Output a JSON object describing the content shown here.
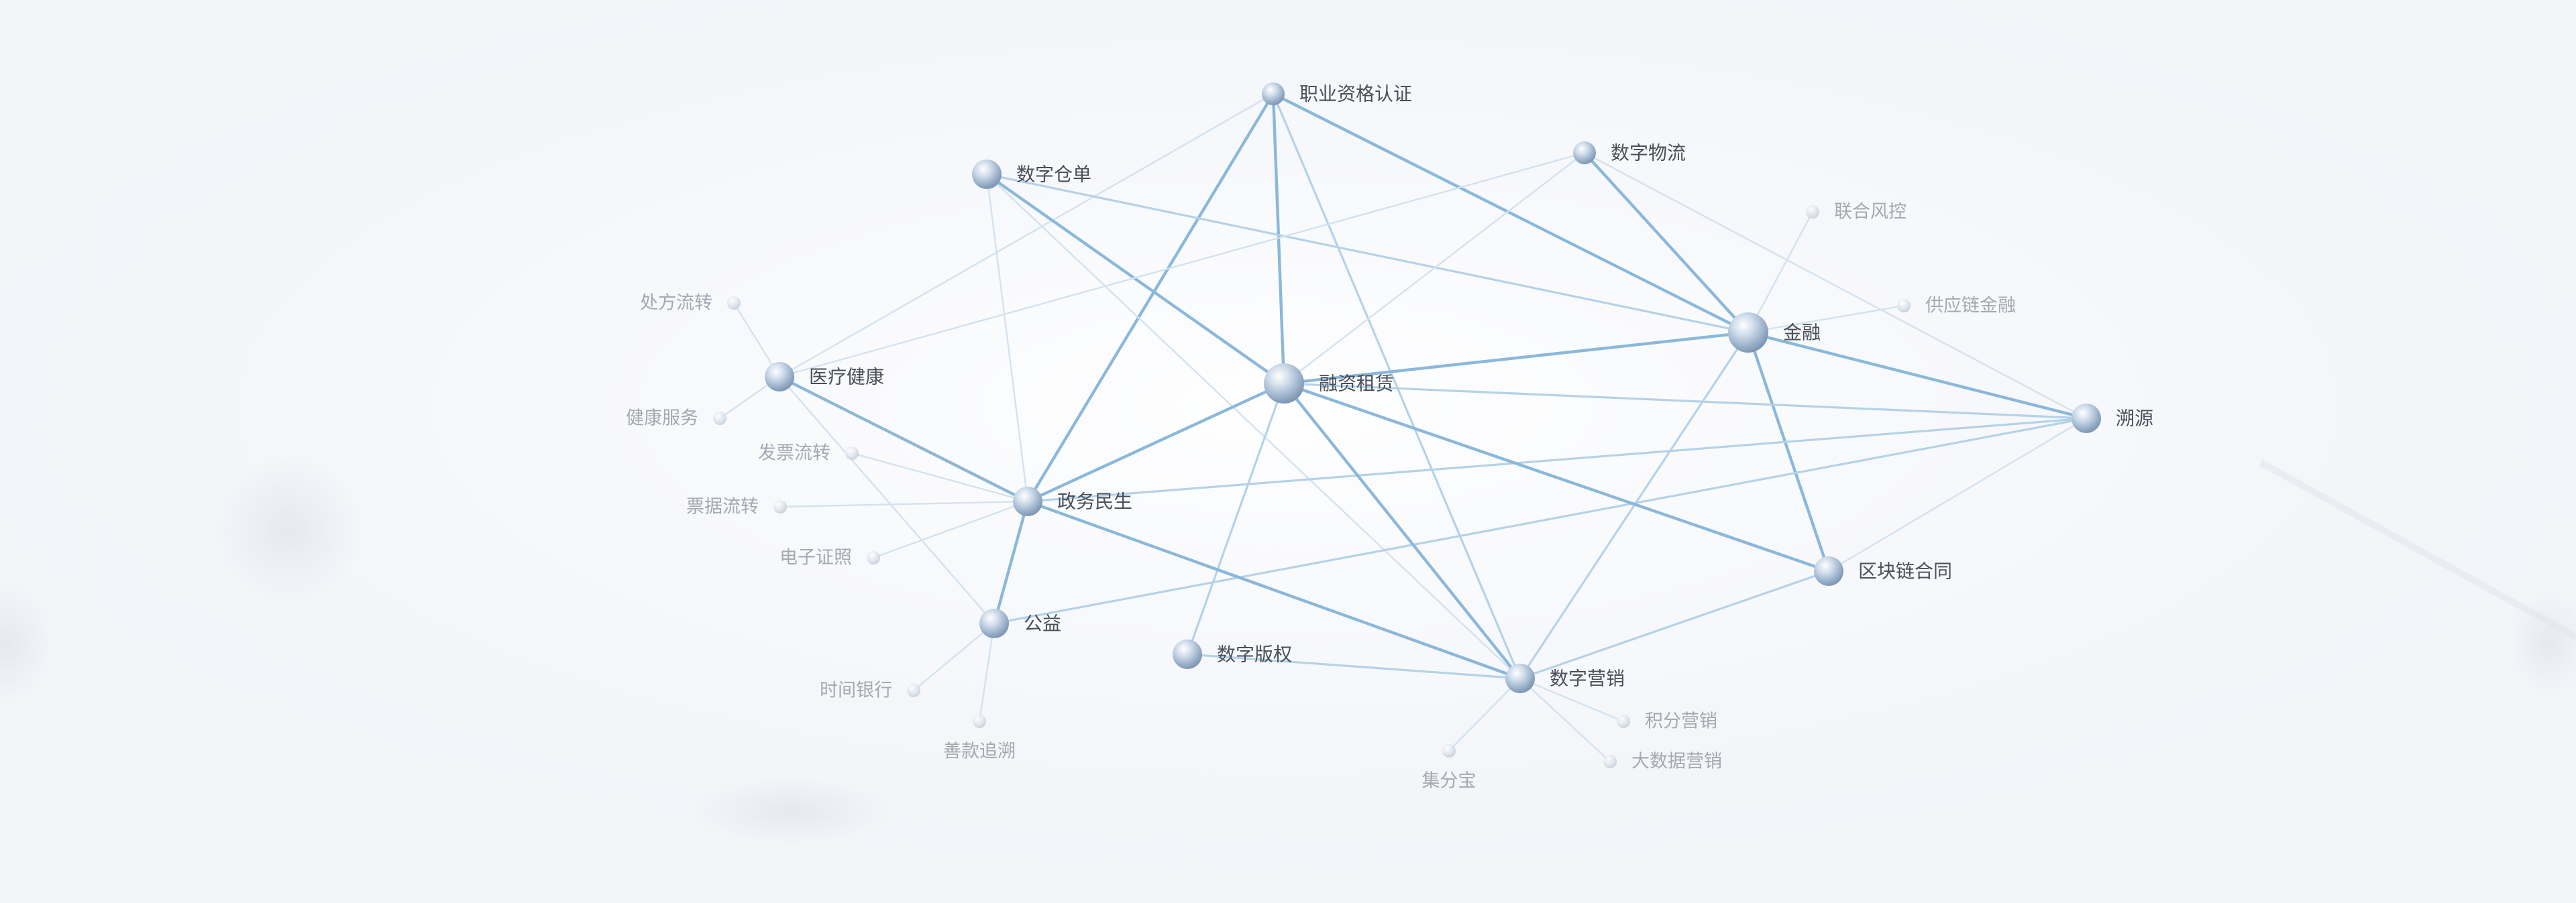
{
  "nodes": [
    {
      "id": "zhiye",
      "label": "职业资格认证",
      "tier": "small"
    },
    {
      "id": "cangdan",
      "label": "数字仓单",
      "tier": "medium"
    },
    {
      "id": "wuliu",
      "label": "数字物流",
      "tier": "small"
    },
    {
      "id": "fengkong",
      "label": "联合风控",
      "tier": "faint"
    },
    {
      "id": "gongyinglian",
      "label": "供应链金融",
      "tier": "faint"
    },
    {
      "id": "jinrong",
      "label": "金融",
      "tier": "large"
    },
    {
      "id": "suyuan",
      "label": "溯源",
      "tier": "medium"
    },
    {
      "id": "chufang",
      "label": "处方流转",
      "tier": "faint"
    },
    {
      "id": "yiliao",
      "label": "医疗健康",
      "tier": "medium"
    },
    {
      "id": "jiankang",
      "label": "健康服务",
      "tier": "faint"
    },
    {
      "id": "rongzi",
      "label": "融资租赁",
      "tier": "large"
    },
    {
      "id": "fapiao",
      "label": "发票流转",
      "tier": "faint"
    },
    {
      "id": "zhengwu",
      "label": "政务民生",
      "tier": "medium"
    },
    {
      "id": "piaoju",
      "label": "票据流转",
      "tier": "faint"
    },
    {
      "id": "zhengzhao",
      "label": "电子证照",
      "tier": "faint"
    },
    {
      "id": "qukuailian",
      "label": "区块链合同",
      "tier": "medium"
    },
    {
      "id": "gongyi",
      "label": "公益",
      "tier": "medium"
    },
    {
      "id": "banquan",
      "label": "数字版权",
      "tier": "medium"
    },
    {
      "id": "yingxiao",
      "label": "数字营销",
      "tier": "medium"
    },
    {
      "id": "shijian",
      "label": "时间银行",
      "tier": "faint"
    },
    {
      "id": "jifen",
      "label": "积分营销",
      "tier": "faint"
    },
    {
      "id": "shankuan",
      "label": "善款追溯",
      "tier": "faint"
    },
    {
      "id": "dashuju",
      "label": "大数据营销",
      "tier": "faint"
    },
    {
      "id": "jifenbao",
      "label": "集分宝",
      "tier": "faint"
    }
  ],
  "edges": [
    {
      "from": "zhiye",
      "to": "rongzi",
      "weight": "strong"
    },
    {
      "from": "zhiye",
      "to": "zhengwu",
      "weight": "strong"
    },
    {
      "from": "zhiye",
      "to": "jinrong",
      "weight": "strong"
    },
    {
      "from": "zhiye",
      "to": "yingxiao",
      "weight": "light"
    },
    {
      "from": "zhiye",
      "to": "yiliao",
      "weight": "faint"
    },
    {
      "from": "cangdan",
      "to": "rongzi",
      "weight": "strong"
    },
    {
      "from": "cangdan",
      "to": "zhengwu",
      "weight": "faint"
    },
    {
      "from": "cangdan",
      "to": "jinrong",
      "weight": "light"
    },
    {
      "from": "cangdan",
      "to": "yingxiao",
      "weight": "faint"
    },
    {
      "from": "wuliu",
      "to": "jinrong",
      "weight": "strong"
    },
    {
      "from": "wuliu",
      "to": "yiliao",
      "weight": "faint"
    },
    {
      "from": "wuliu",
      "to": "rongzi",
      "weight": "faint"
    },
    {
      "from": "wuliu",
      "to": "suyuan",
      "weight": "faint"
    },
    {
      "from": "jinrong",
      "to": "fengkong",
      "weight": "faint"
    },
    {
      "from": "jinrong",
      "to": "gongyinglian",
      "weight": "faint"
    },
    {
      "from": "jinrong",
      "to": "rongzi",
      "weight": "strong"
    },
    {
      "from": "jinrong",
      "to": "suyuan",
      "weight": "strong"
    },
    {
      "from": "jinrong",
      "to": "qukuailian",
      "weight": "strong"
    },
    {
      "from": "jinrong",
      "to": "yingxiao",
      "weight": "light"
    },
    {
      "from": "suyuan",
      "to": "rongzi",
      "weight": "light"
    },
    {
      "from": "suyuan",
      "to": "zhengwu",
      "weight": "light"
    },
    {
      "from": "suyuan",
      "to": "qukuailian",
      "weight": "faint"
    },
    {
      "from": "suyuan",
      "to": "gongyi",
      "weight": "light"
    },
    {
      "from": "rongzi",
      "to": "zhengwu",
      "weight": "strong"
    },
    {
      "from": "rongzi",
      "to": "qukuailian",
      "weight": "strong"
    },
    {
      "from": "rongzi",
      "to": "yingxiao",
      "weight": "strong"
    },
    {
      "from": "rongzi",
      "to": "banquan",
      "weight": "light"
    },
    {
      "from": "yiliao",
      "to": "chufang",
      "weight": "faint"
    },
    {
      "from": "yiliao",
      "to": "jiankang",
      "weight": "faint"
    },
    {
      "from": "yiliao",
      "to": "zhengwu",
      "weight": "strong"
    },
    {
      "from": "yiliao",
      "to": "gongyi",
      "weight": "faint"
    },
    {
      "from": "zhengwu",
      "to": "fapiao",
      "weight": "faint"
    },
    {
      "from": "zhengwu",
      "to": "piaoju",
      "weight": "faint"
    },
    {
      "from": "zhengwu",
      "to": "zhengzhao",
      "weight": "faint"
    },
    {
      "from": "zhengwu",
      "to": "gongyi",
      "weight": "strong"
    },
    {
      "from": "zhengwu",
      "to": "yingxiao",
      "weight": "strong"
    },
    {
      "from": "gongyi",
      "to": "shijian",
      "weight": "faint"
    },
    {
      "from": "gongyi",
      "to": "shankuan",
      "weight": "faint"
    },
    {
      "from": "banquan",
      "to": "yingxiao",
      "weight": "light"
    },
    {
      "from": "yingxiao",
      "to": "qukuailian",
      "weight": "light"
    },
    {
      "from": "yingxiao",
      "to": "jifen",
      "weight": "faint"
    },
    {
      "from": "yingxiao",
      "to": "dashuju",
      "weight": "faint"
    },
    {
      "from": "yingxiao",
      "to": "jifenbao",
      "weight": "faint"
    }
  ],
  "colors": {
    "background": "#f3f5f9",
    "edge_strong": "#8ab8da",
    "edge_light": "#b4d2e8",
    "edge_faint": "#d3e2ef",
    "label_dark": "#4a4f5a",
    "label_faint": "#a3a8b2",
    "node_fill": "#a9bed6"
  }
}
